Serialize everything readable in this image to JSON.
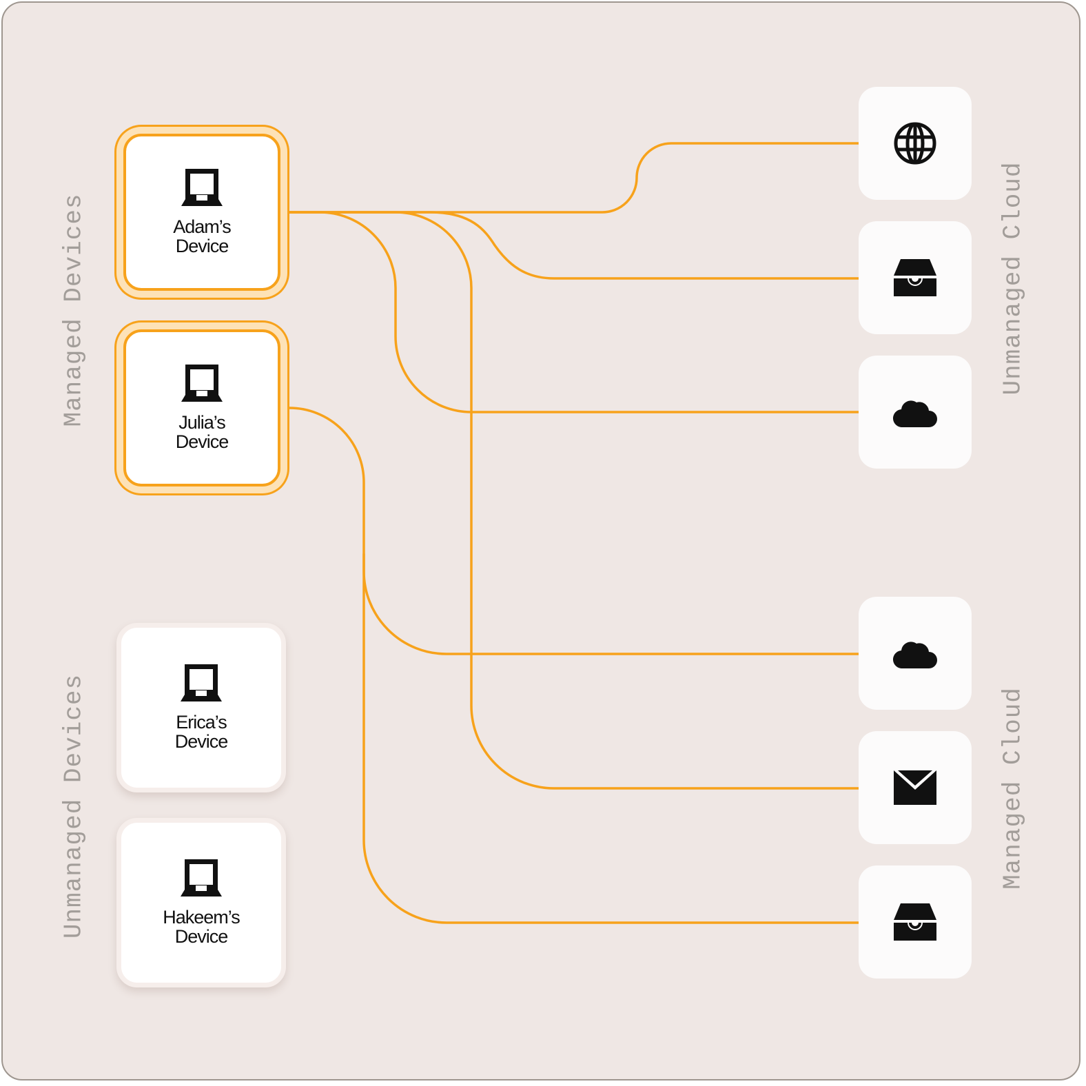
{
  "colors": {
    "background": "#efe7e4",
    "connector": "#f7a21b",
    "managed_glow": "#fde2b7",
    "label": "#a29d99",
    "icon": "#111111"
  },
  "groups": {
    "managed_devices": "Managed Devices",
    "unmanaged_devices": "Unmanaged Devices",
    "unmanaged_cloud": "Unmanaged Cloud",
    "managed_cloud": "Managed Cloud"
  },
  "devices": [
    {
      "name": "Adam’s\nDevice",
      "managed": true,
      "icon": "laptop-icon"
    },
    {
      "name": "Julia’s\nDevice",
      "managed": true,
      "icon": "laptop-icon"
    },
    {
      "name": "Erica’s\nDevice",
      "managed": false,
      "icon": "laptop-icon"
    },
    {
      "name": "Hakeem’s\nDevice",
      "managed": false,
      "icon": "laptop-icon"
    }
  ],
  "services": {
    "unmanaged_cloud": [
      "globe-icon",
      "inbox-icon",
      "cloud-icon"
    ],
    "managed_cloud": [
      "cloud-icon",
      "mail-icon",
      "inbox-icon"
    ]
  },
  "connections": [
    {
      "from": "Adam’s Device",
      "to": "unmanaged_cloud.0"
    },
    {
      "from": "Adam’s Device",
      "to": "unmanaged_cloud.1"
    },
    {
      "from": "Adam’s Device",
      "to": "unmanaged_cloud.2"
    },
    {
      "from": "Adam’s Device",
      "to": "managed_cloud.1"
    },
    {
      "from": "Julia’s Device",
      "to": "managed_cloud.0"
    },
    {
      "from": "Julia’s Device",
      "to": "managed_cloud.2"
    }
  ]
}
